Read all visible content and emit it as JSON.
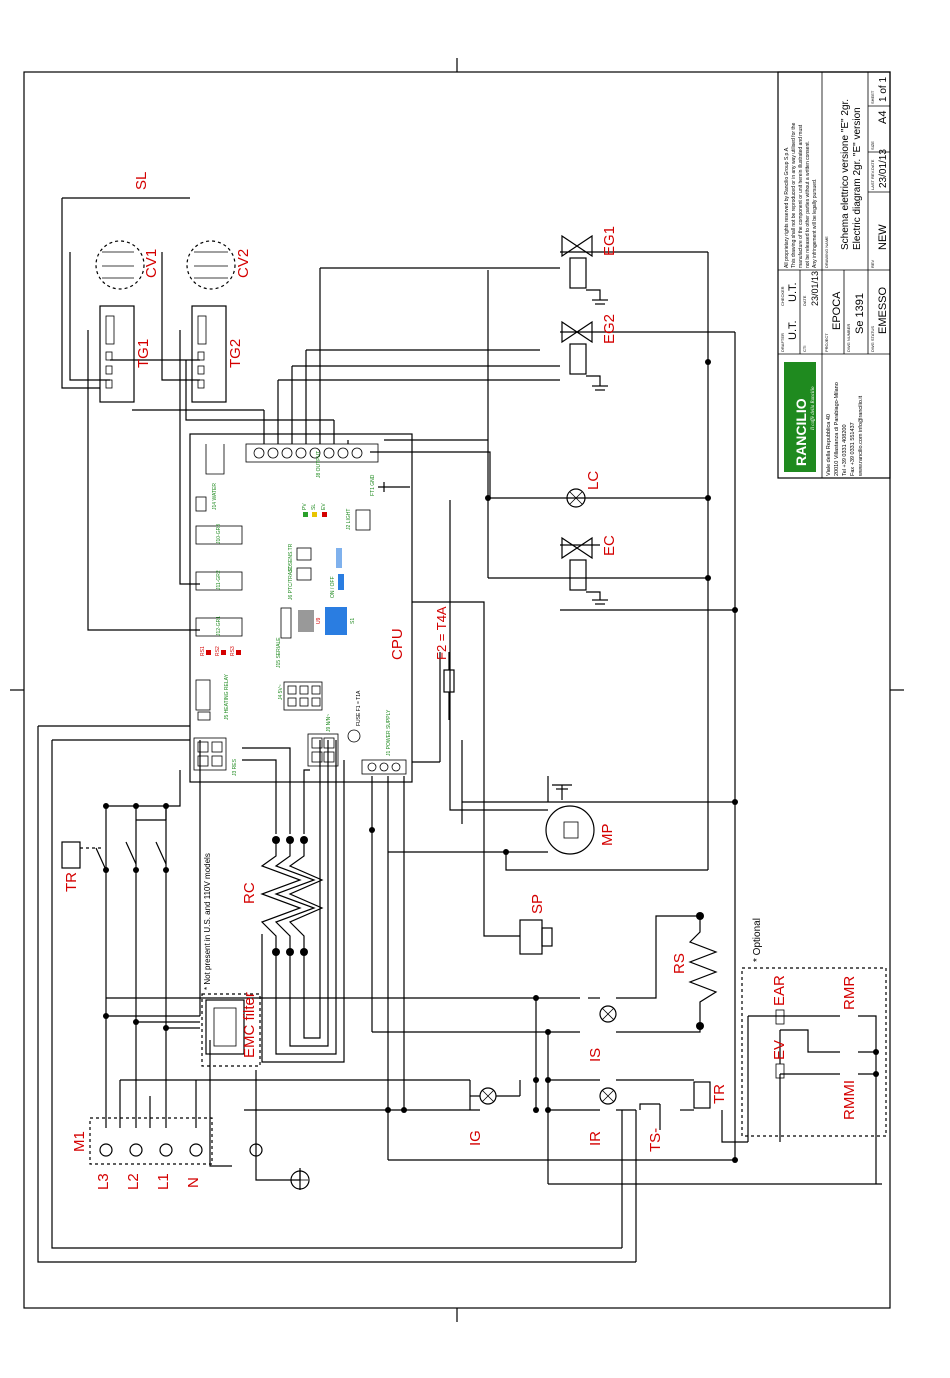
{
  "diagram": {
    "components": {
      "SL": "SL",
      "CV1": "CV1",
      "CV2": "CV2",
      "TG1": "TG1",
      "TG2": "TG2",
      "EG1": "EG1",
      "EG2": "EG2",
      "LC": "LC",
      "EC": "EC",
      "CPU": "CPU",
      "F2": "F2 = T4A",
      "MP": "MP",
      "SP": "SP",
      "RS": "RS",
      "RC": "RC",
      "TR1": "TR",
      "TR2": "TR",
      "EMC": "EMC filter",
      "M1": "M1",
      "L3": "L3",
      "L2": "L2",
      "L1": "L1",
      "N": "N",
      "IG": "IG",
      "IR": "IR",
      "IS": "IS",
      "TS": "TS-",
      "EAR": "EAR",
      "EV": "EV",
      "RMR": "RMR",
      "RMMI": "RMMI"
    },
    "notes": {
      "not_present": "* Not present in U.S. and 110V models",
      "optional": "* Optional"
    },
    "board_labels": {
      "output": "J8 OUTPUT",
      "water": "J14 WATER",
      "gnd": "FT1 GND",
      "light": "J2 LIGHT",
      "pv": "PV",
      "sl": "SL",
      "ev": "EV",
      "sensor_tr": "J7 SENS.TR",
      "ptc": "J6 PTC/TRASD",
      "on_off": "ON / OFF",
      "j10": "J10-GR3",
      "j11": "J11-GR2",
      "j12": "J12-GR1",
      "seriale": "J15 SERIALE",
      "s1": "S1",
      "u9": "U9",
      "rs1": "RS1",
      "rs2": "RS2",
      "rs3": "RS3",
      "dv": "J4 5V~",
      "heating_relay": "J5 HEATING RELAY",
      "res": "J3 RES",
      "jn": "J9 N/N~",
      "fuse": "FUSE F1 = T1A",
      "power_supply": "J1 POWER SUPPLY"
    }
  },
  "title_block": {
    "copyright": [
      "All proprietary rights reserved by Rancilio Group S.p.A.",
      "This drawing shall not be reproduced or in any way utilised for the",
      "manufacture of the component or unit herein illustrated and must",
      "not be released to other parties without a written consent.",
      "Any infringement will be legally pursued."
    ],
    "logo": "RANCILIO",
    "logo_tagline": "Il caffè della Rancilio",
    "address": [
      "Viale della Repubblica 40",
      "20010 Villastanza di Parabiago-Milano",
      "Tel +39 0331 408200",
      "Fax +39 0331 551437",
      "www.rancilio.com    info@rancilio.it"
    ],
    "drafter_label": "DRAFTER",
    "drafter": "U.T.",
    "checker_label": "CHECKER",
    "checker": "U.T.",
    "cti_label": "CTI",
    "date_label": "DATE",
    "date": "23/01/13",
    "project_label": "PROJECT",
    "project": "EPOCA",
    "dwg_number_label": "DWG NUMBER",
    "dwg_number": "Se 1391",
    "dwg_status_label": "DWG STATUS",
    "dwg_status": "EMESSO",
    "drawing_name_label": "DRAWING NAME",
    "drawing_name_1": "Schema elettrico versione \"E\" 2gr.",
    "drawing_name_2": "Electric diagram 2gr. \"E\" version",
    "rev_label": "REV",
    "rev": "NEW",
    "last_rev_label": "LAST REV.DATE",
    "last_rev": "23/01/13",
    "size_label": "SIZE",
    "size": "A4",
    "sheet_label": "SHEET",
    "sheet": "1 of 1"
  }
}
